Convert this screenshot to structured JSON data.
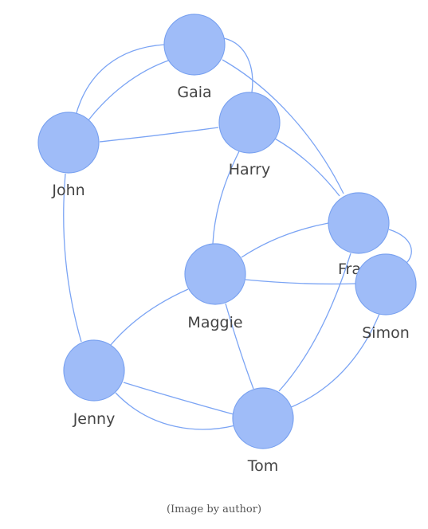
{
  "caption": "(Image by author)",
  "colors": {
    "node_fill": "#9fbcf8",
    "node_stroke": "#7aa2f0",
    "edge": "#7ba4f4",
    "label": "#444444"
  },
  "nodes": [
    {
      "id": "gaia",
      "label": "Gaia"
    },
    {
      "id": "john",
      "label": "John"
    },
    {
      "id": "harry",
      "label": "Harry"
    },
    {
      "id": "frank",
      "label": "Frank"
    },
    {
      "id": "maggie",
      "label": "Maggie"
    },
    {
      "id": "simon",
      "label": "Simon"
    },
    {
      "id": "jenny",
      "label": "Jenny"
    },
    {
      "id": "tom",
      "label": "Tom"
    }
  ],
  "edges": [
    {
      "from": "gaia",
      "to": "john"
    },
    {
      "from": "gaia",
      "to": "john"
    },
    {
      "from": "gaia",
      "to": "harry"
    },
    {
      "from": "gaia",
      "to": "frank"
    },
    {
      "from": "john",
      "to": "harry"
    },
    {
      "from": "john",
      "to": "jenny"
    },
    {
      "from": "harry",
      "to": "frank"
    },
    {
      "from": "harry",
      "to": "maggie"
    },
    {
      "from": "frank",
      "to": "simon"
    },
    {
      "from": "frank",
      "to": "maggie"
    },
    {
      "from": "frank",
      "to": "tom"
    },
    {
      "from": "maggie",
      "to": "simon"
    },
    {
      "from": "maggie",
      "to": "jenny"
    },
    {
      "from": "maggie",
      "to": "tom"
    },
    {
      "from": "simon",
      "to": "tom"
    },
    {
      "from": "jenny",
      "to": "tom"
    },
    {
      "from": "jenny",
      "to": "tom"
    }
  ]
}
